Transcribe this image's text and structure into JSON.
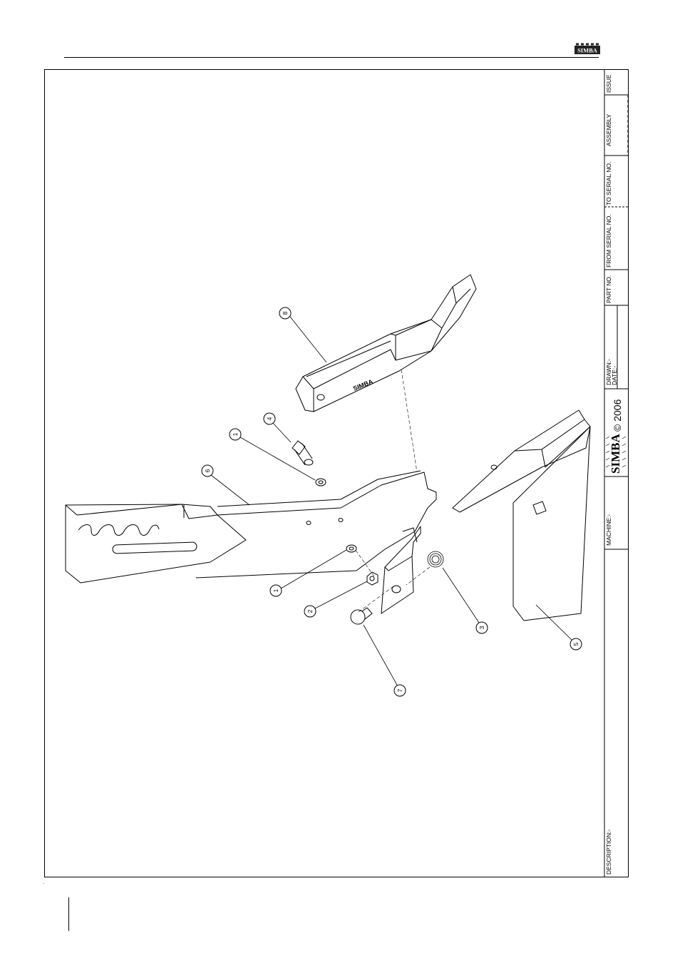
{
  "header": {
    "logo_text": "SIMBA"
  },
  "title_block": {
    "issue_label": "ISSUE",
    "assembly_label": "ASSEMBLY",
    "to_serial_label": "TO SERIAL NO.",
    "from_serial_label": "FROM SERIAL NO.",
    "part_no_label": "PART NO.",
    "drawn_label": "DRAWN:-",
    "date_label": "DATE:-",
    "copyright_year": "© 2006",
    "brand": "SIMBA",
    "machine_label": "MACHINE:-",
    "description_label": "DESCRIPTION:-"
  },
  "drawing": {
    "blade_brand": "SIMBA",
    "callouts": [
      "8",
      "4",
      "1",
      "6",
      "1",
      "2",
      "7",
      "3",
      "5"
    ]
  },
  "footer": {
    "mark": "."
  },
  "colors": {
    "line": "#000000",
    "background": "#ffffff"
  }
}
